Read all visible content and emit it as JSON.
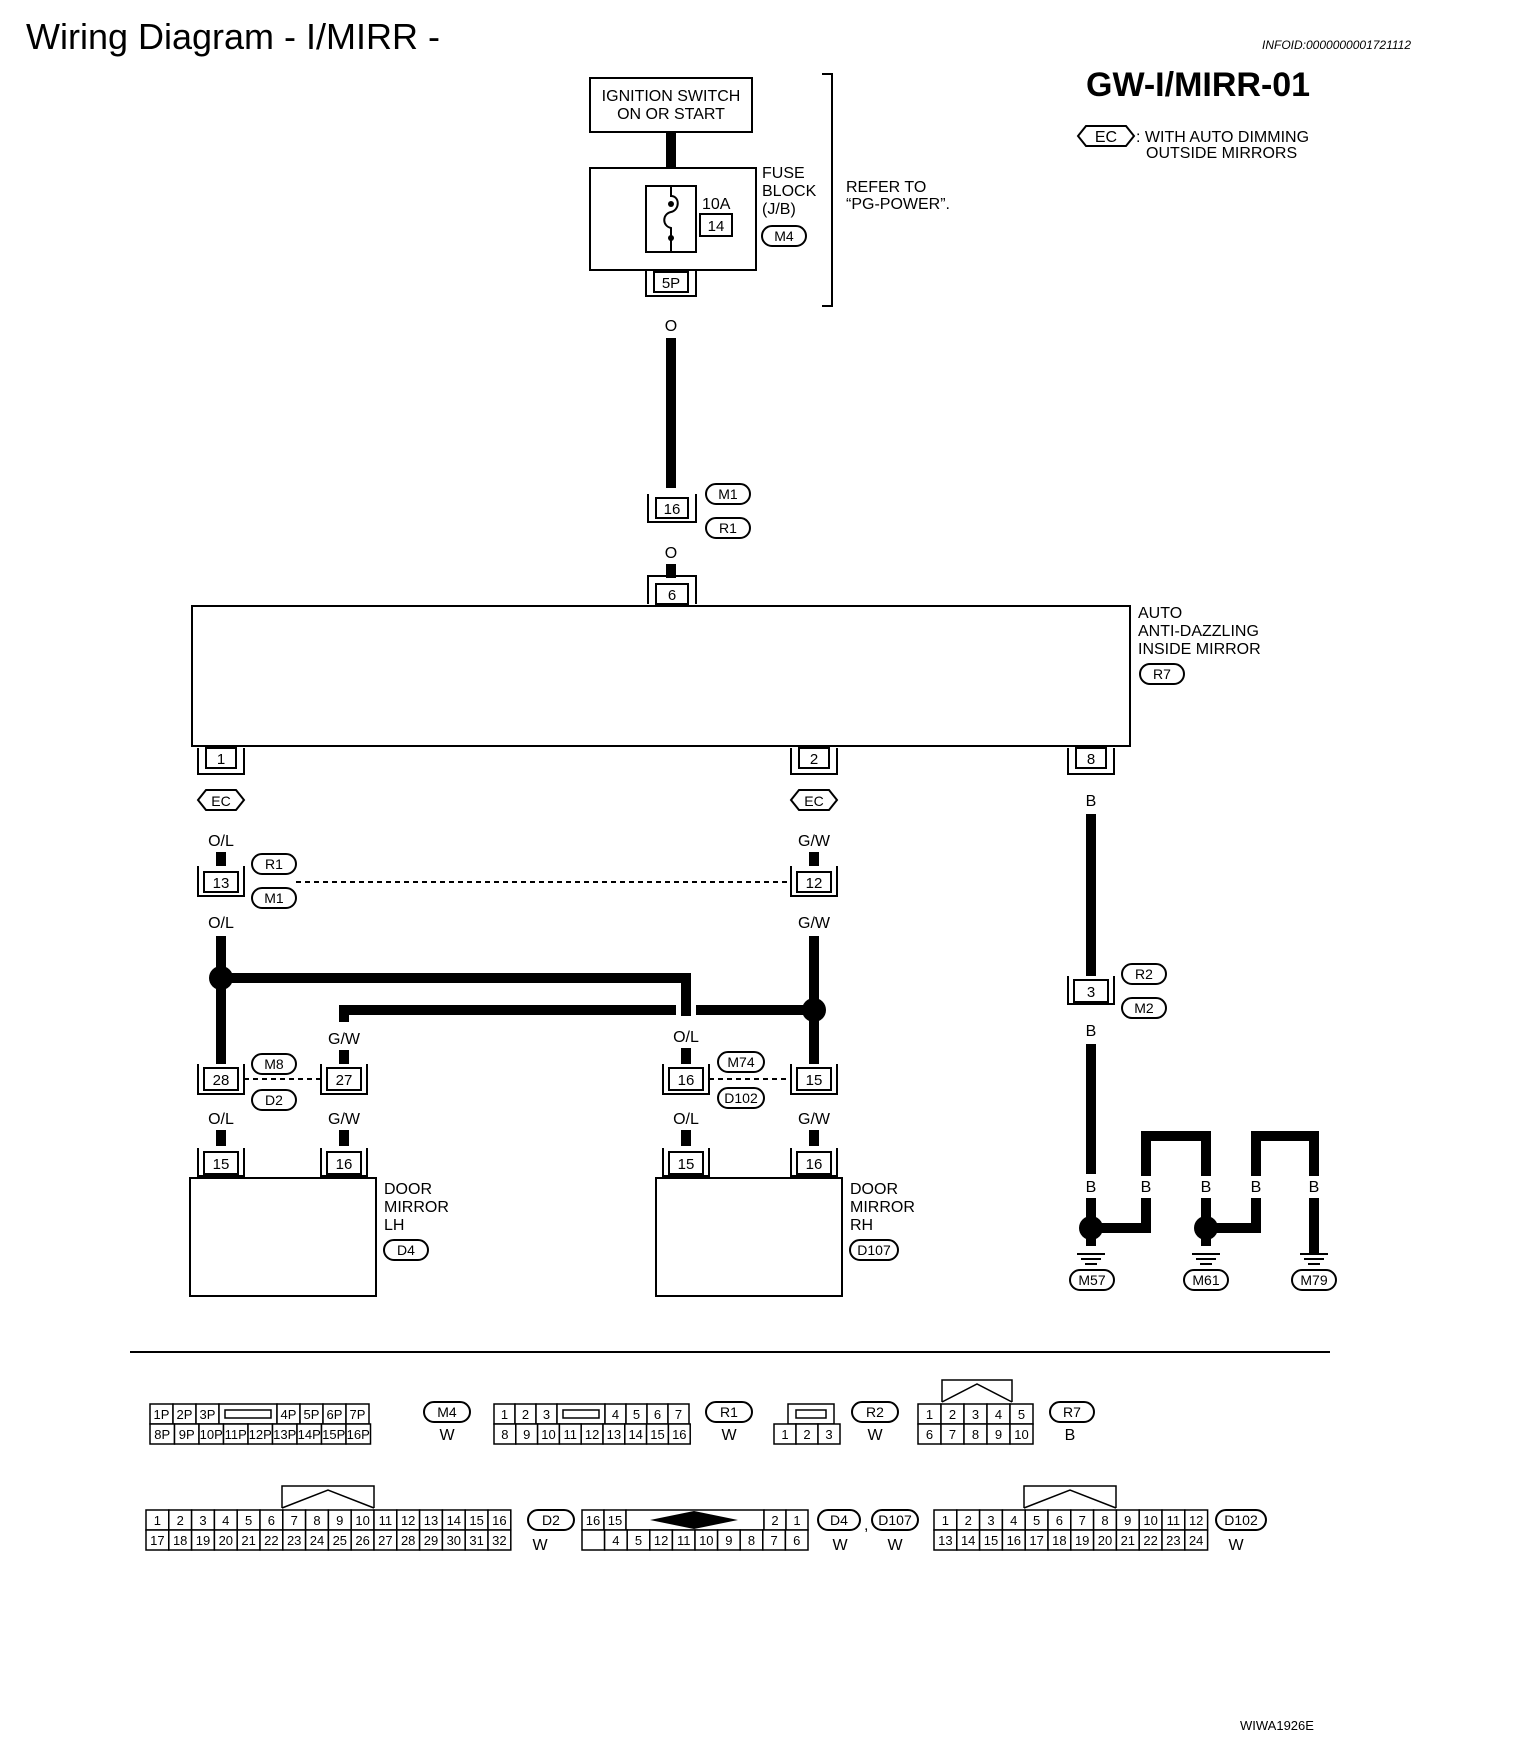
{
  "header": {
    "title": "Wiring Diagram - I/MIRR -",
    "info_id": "INFOID:0000000001721112",
    "diagram_code": "GW-I/MIRR-01"
  },
  "legend": {
    "symbol": "EC",
    "line1": ": WITH AUTO DIMMING",
    "line2": "OUTSIDE MIRRORS"
  },
  "power": {
    "ignition_line1": "IGNITION SWITCH",
    "ignition_line2": "ON OR START",
    "fuse_line1": "FUSE",
    "fuse_line2": "BLOCK",
    "fuse_line3": "(J/B)",
    "fuse_conn": "M4",
    "fuse_amp": "10A",
    "fuse_no": "14",
    "fuse_pin": "5P",
    "refer_line1": "REFER TO",
    "refer_line2": "“PG-POWER”."
  },
  "wires": {
    "o": "O",
    "ol": "O/L",
    "gw": "G/W",
    "b": "B"
  },
  "connectors": {
    "m1": "M1",
    "r1": "R1",
    "r2": "R2",
    "m2": "M2",
    "m8": "M8",
    "d2": "D2",
    "m74": "M74",
    "d102": "D102",
    "m57": "M57",
    "m61": "M61",
    "m79": "M79"
  },
  "pins": {
    "p16": "16",
    "p6": "6",
    "p1": "1",
    "p2": "2",
    "p8": "8",
    "p13": "13",
    "p12": "12",
    "p3": "3",
    "p28": "28",
    "p27": "27",
    "p16b": "16",
    "p15": "15",
    "lh15": "15",
    "lh16": "16",
    "rh15": "15",
    "rh16": "16"
  },
  "mirror": {
    "line1": "AUTO",
    "line2": "ANTI-DAZZLING",
    "line3": "INSIDE MIRROR",
    "conn": "R7"
  },
  "door_lh": {
    "line1": "DOOR",
    "line2": "MIRROR",
    "line3": "LH",
    "conn": "D4"
  },
  "door_rh": {
    "line1": "DOOR",
    "line2": "MIRROR",
    "line3": "RH",
    "conn": "D107"
  },
  "connector_faces": {
    "m4": {
      "name": "M4",
      "color": "W",
      "row1": [
        "1P",
        "2P",
        "3P",
        "",
        "4P",
        "5P",
        "6P",
        "7P"
      ],
      "row2": [
        "8P",
        "9P",
        "10P",
        "11P",
        "12P",
        "13P",
        "14P",
        "15P",
        "16P"
      ]
    },
    "r1": {
      "name": "R1",
      "color": "W",
      "row1": [
        "1",
        "2",
        "3",
        "",
        "4",
        "5",
        "6",
        "7"
      ],
      "row2": [
        "8",
        "9",
        "10",
        "11",
        "12",
        "13",
        "14",
        "15",
        "16"
      ]
    },
    "r2": {
      "name": "R2",
      "color": "W",
      "row1": [
        "1",
        "2",
        "3"
      ]
    },
    "r7": {
      "name": "R7",
      "color": "B",
      "row1": [
        "1",
        "2",
        "3",
        "4",
        "5"
      ],
      "row2": [
        "6",
        "7",
        "8",
        "9",
        "10"
      ]
    },
    "d2": {
      "name": "D2",
      "color": "W",
      "row1": [
        "1",
        "2",
        "3",
        "4",
        "5",
        "6",
        "7",
        "8",
        "9",
        "10",
        "11",
        "12",
        "13",
        "14",
        "15",
        "16"
      ],
      "row2": [
        "17",
        "18",
        "19",
        "20",
        "21",
        "22",
        "23",
        "24",
        "25",
        "26",
        "27",
        "28",
        "29",
        "30",
        "31",
        "32"
      ]
    },
    "d4": {
      "name1": "D4",
      "name2": "D107",
      "color1": "W",
      "color2": "W",
      "row1": [
        "16",
        "15",
        "",
        "",
        "",
        "",
        "",
        "2",
        "1"
      ],
      "row2": [
        "",
        "4",
        "5",
        "12",
        "11",
        "10",
        "9",
        "8",
        "7",
        "6"
      ]
    },
    "d102": {
      "name": "D102",
      "color": "W",
      "row1": [
        "1",
        "2",
        "3",
        "4",
        "5",
        "6",
        "7",
        "8",
        "9",
        "10",
        "11",
        "12"
      ],
      "row2": [
        "13",
        "14",
        "15",
        "16",
        "17",
        "18",
        "19",
        "20",
        "21",
        "22",
        "23",
        "24"
      ]
    }
  },
  "footer": {
    "ref": "WIWA1926E"
  }
}
